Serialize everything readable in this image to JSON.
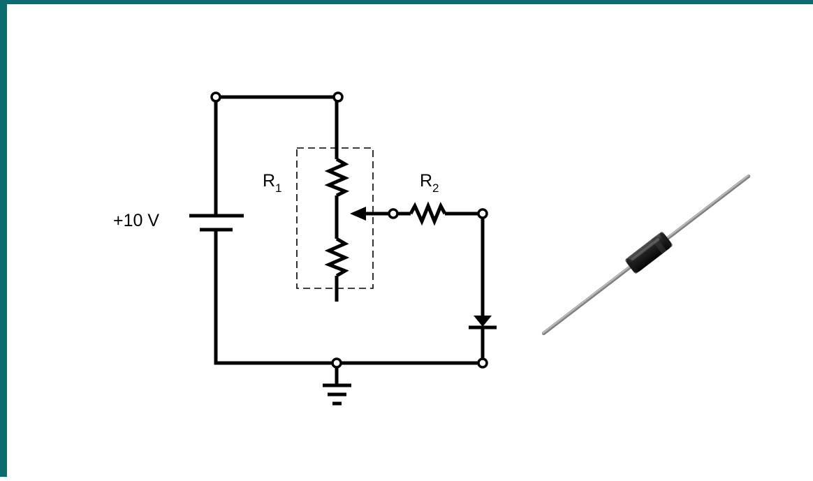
{
  "diagram": {
    "battery_label": "+10 V",
    "r1_label": "R",
    "r1_subscript": "1",
    "r2_label": "R",
    "r2_subscript": "2"
  },
  "colors": {
    "frame": "#0b6b6e",
    "ink": "#000000",
    "background": "#ffffff"
  },
  "photo": {
    "icon": "diode-component-photo"
  }
}
